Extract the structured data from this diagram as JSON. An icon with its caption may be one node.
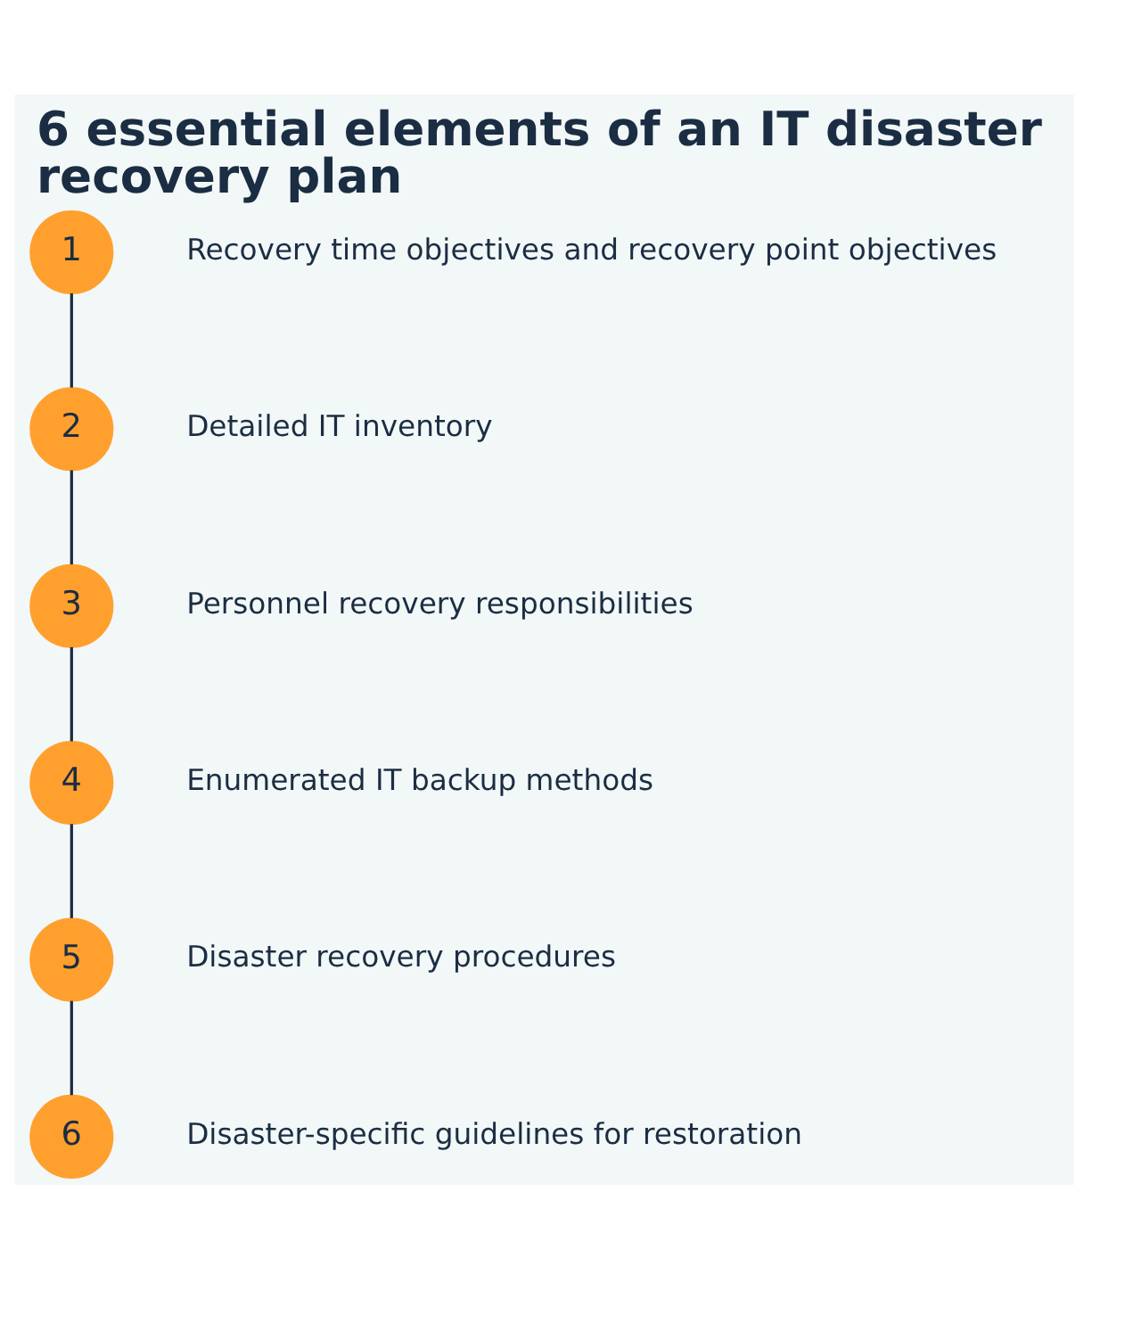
{
  "diagram": {
    "title": "6 essential elements of an IT disaster recovery plan",
    "nodes": [
      {
        "text": [
          "1"
        ],
        "beside": [
          "Recovery time objectives and recovery point objectives"
        ]
      },
      {
        "text": [
          "2"
        ],
        "beside": [
          "Detailed IT inventory"
        ]
      },
      {
        "text": [
          "3"
        ],
        "beside": [
          "Personnel recovery responsibilities"
        ]
      },
      {
        "text": [
          "4"
        ],
        "beside": [
          "Enumerated IT backup methods"
        ]
      },
      {
        "text": [
          "5"
        ],
        "beside": [
          "Disaster recovery procedures"
        ]
      },
      {
        "text": [
          "6"
        ],
        "beside": [
          "Disaster-specific guidelines for restoration"
        ]
      }
    ],
    "edges": [
      {
        "from": 0,
        "to": 1,
        "arrow": "none"
      },
      {
        "from": 1,
        "to": 2,
        "arrow": "none"
      },
      {
        "from": 2,
        "to": 3,
        "arrow": "none"
      },
      {
        "from": 3,
        "to": 4,
        "arrow": "none"
      },
      {
        "from": 4,
        "to": 5,
        "arrow": "none"
      }
    ]
  }
}
